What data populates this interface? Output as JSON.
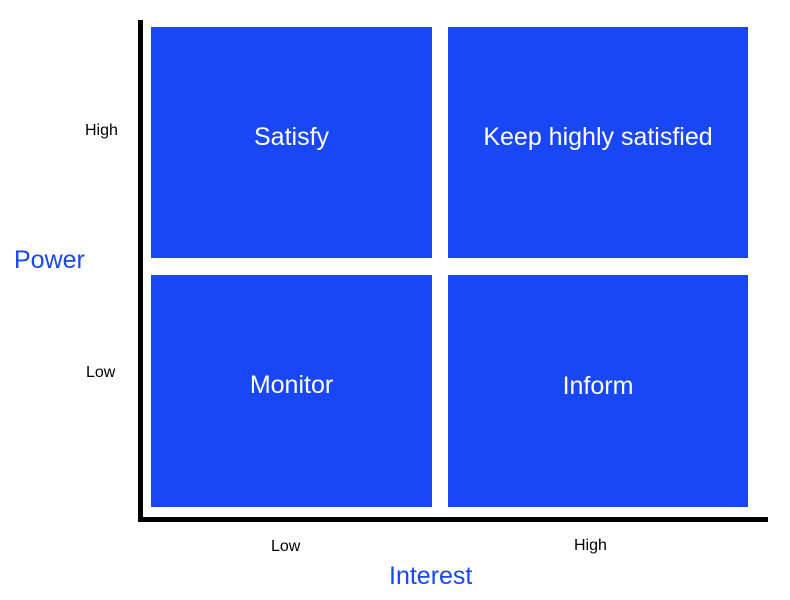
{
  "quadrants": {
    "top_left": "Satisfy",
    "top_right": "Keep highly satisfied",
    "bottom_left": "Monitor",
    "bottom_right": "Inform"
  },
  "y_axis": {
    "title": "Power",
    "ticks": {
      "high": "High",
      "low": "Low"
    }
  },
  "x_axis": {
    "title": "Interest",
    "ticks": {
      "low": "Low",
      "high": "High"
    }
  },
  "colors": {
    "quadrant_fill": "#1947f5",
    "quadrant_text": "#ffffff",
    "axis_title": "#1947f5",
    "axis_line": "#000000"
  }
}
